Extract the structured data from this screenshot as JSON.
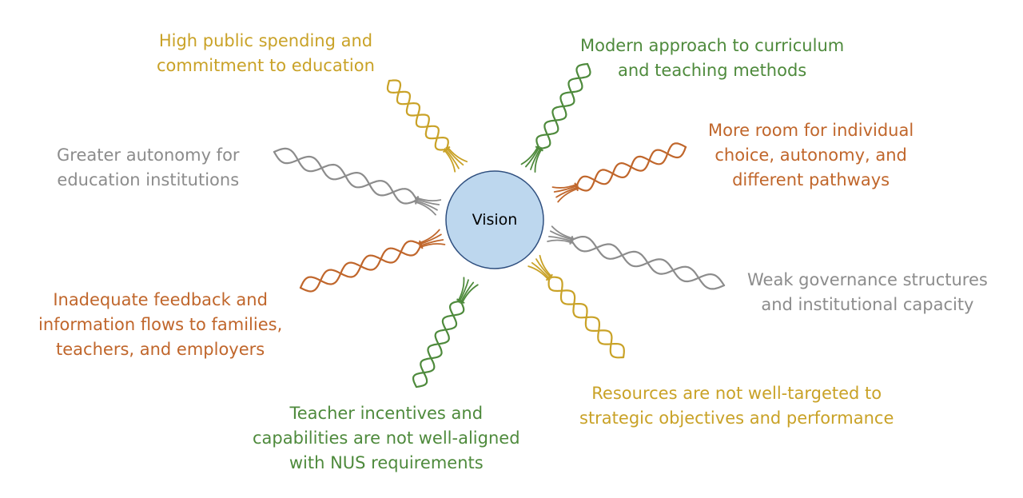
{
  "center": {
    "label": "Vision",
    "fill": "#bdd7ee",
    "stroke": "#2f4f7f"
  },
  "colors": {
    "yellow": "#c9a227",
    "green": "#4e8a3c",
    "orange": "#c0662b",
    "gray": "#8c8c8c"
  },
  "strands": [
    {
      "id": "high-public-spending",
      "color": "#c9a227",
      "lines": [
        "High public spending and",
        "commitment to education"
      ]
    },
    {
      "id": "modern-approach",
      "color": "#4e8a3c",
      "lines": [
        "Modern approach to curriculum",
        "and teaching methods"
      ]
    },
    {
      "id": "more-room-choice",
      "color": "#c0662b",
      "lines": [
        "More room for individual",
        "choice, autonomy, and",
        "different pathways"
      ]
    },
    {
      "id": "weak-governance",
      "color": "#8c8c8c",
      "lines": [
        "Weak governance structures",
        "and institutional capacity"
      ]
    },
    {
      "id": "resources-not-targeted",
      "color": "#c9a227",
      "lines": [
        "Resources are not well-targeted to",
        "strategic objectives and performance"
      ]
    },
    {
      "id": "teacher-incentives",
      "color": "#4e8a3c",
      "lines": [
        "Teacher incentives and",
        "capabilities are not well-aligned",
        "with NUS requirements"
      ]
    },
    {
      "id": "inadequate-feedback",
      "color": "#c0662b",
      "lines": [
        "Inadequate feedback and",
        "information flows to families,",
        "teachers, and employers"
      ]
    },
    {
      "id": "greater-autonomy",
      "color": "#8c8c8c",
      "lines": [
        "Greater autonomy for",
        "education institutions"
      ]
    }
  ]
}
